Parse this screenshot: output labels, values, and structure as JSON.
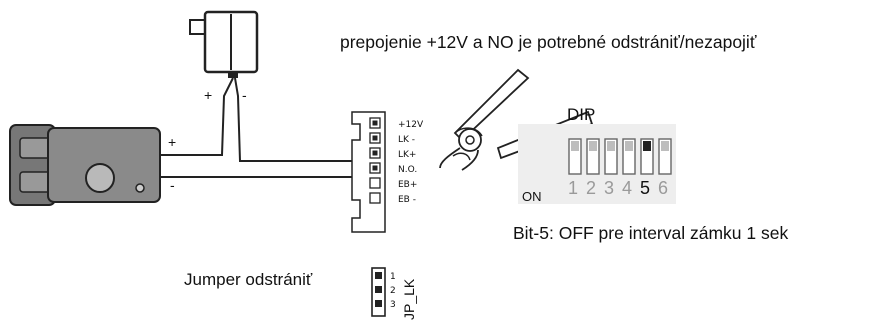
{
  "note_top": "prepojenie +12V a NO je potrebné odstrániť/nezapojiť",
  "adapter": {
    "plus": "+",
    "minus": "-"
  },
  "lock": {
    "plus": "+",
    "minus": "-"
  },
  "terminals": [
    "+12V",
    "LK -",
    "LK+",
    "N.O.",
    "EB+",
    "EB -"
  ],
  "dip": {
    "title": "DIP",
    "on_label": "ON",
    "switches": [
      "1",
      "2",
      "3",
      "4",
      "5",
      "6"
    ],
    "active_index": 4,
    "note": "Bit-5: OFF pre interval zámku 1 sek"
  },
  "jumper": {
    "label": "Jumper odstrániť",
    "pins": [
      "1",
      "2",
      "3"
    ],
    "name": "JP_LK"
  }
}
